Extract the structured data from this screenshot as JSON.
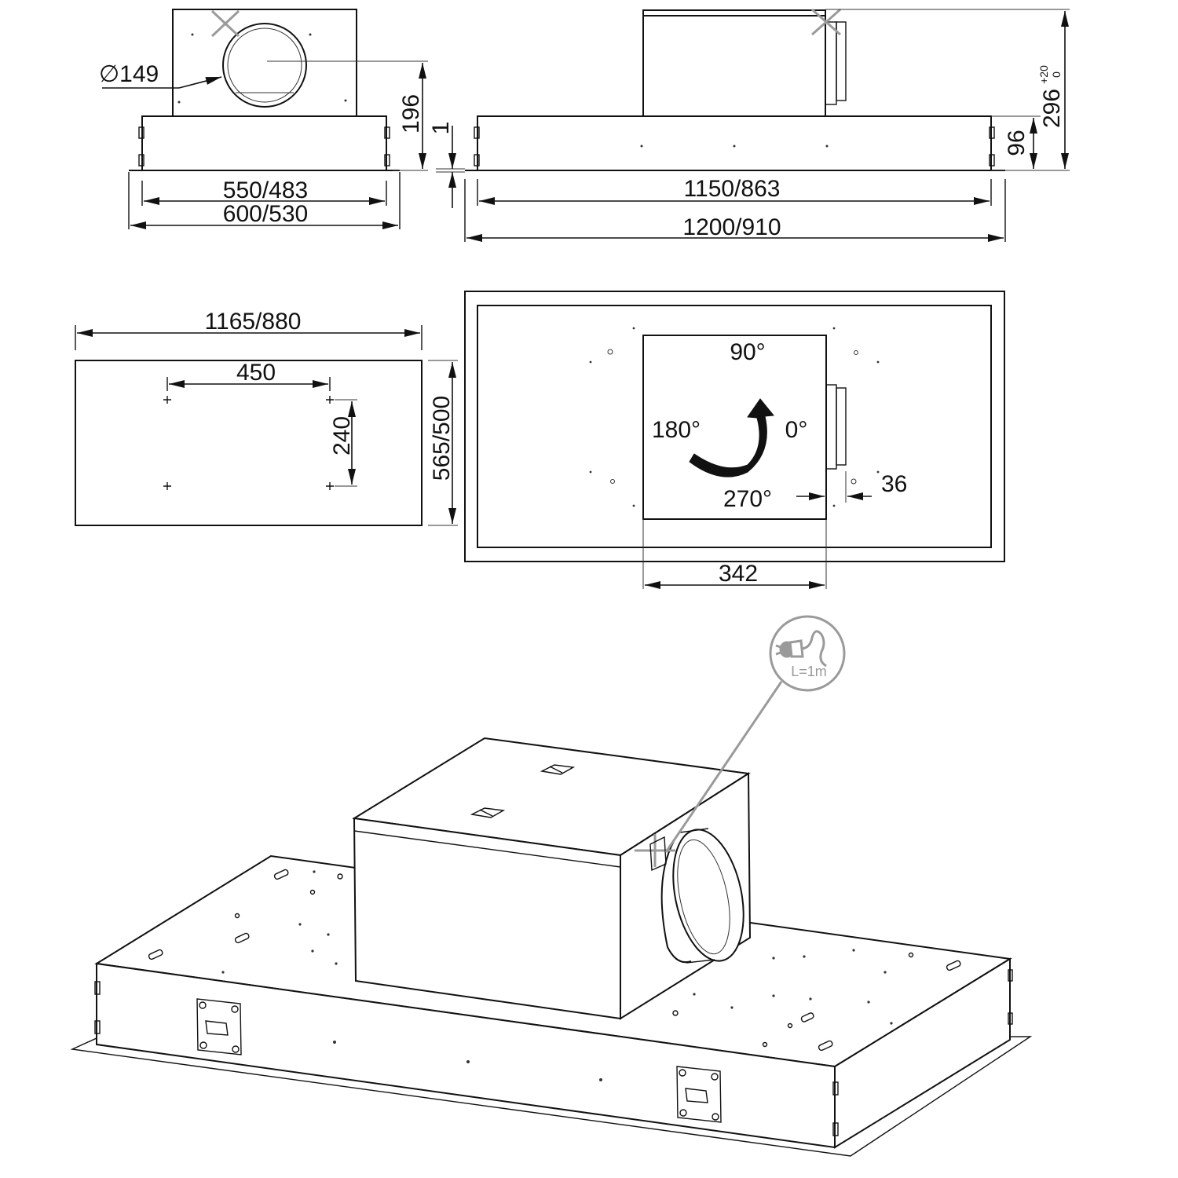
{
  "colors": {
    "line": "#111111",
    "callout": "#9a9a9a",
    "background": "#ffffff"
  },
  "icons": {
    "plug": "plug-cable-icon",
    "rotation": "curved-arrow-icon",
    "duct_marker": "cross-marker-icon"
  },
  "front_view": {
    "diameter": "∅149",
    "height_lower": "196",
    "gap": "1",
    "width_inner": "550/483",
    "width_outer": "600/530"
  },
  "side_view": {
    "width_inner": "1150/863",
    "width_outer": "1200/910",
    "body_height": "96",
    "total_height": "296",
    "tolerance_upper": "+20",
    "tolerance_lower": "0"
  },
  "cutout_view": {
    "cutout_width": "1165/880",
    "hole_spacing_x": "450",
    "hole_spacing_y": "240",
    "cutout_depth": "565/500"
  },
  "top_view": {
    "angle_top": "90°",
    "angle_left": "180°",
    "angle_right": "0°",
    "angle_bottom": "270°",
    "offset": "36",
    "motor_width": "342"
  },
  "iso_view": {
    "cable_length": "L=1m"
  }
}
